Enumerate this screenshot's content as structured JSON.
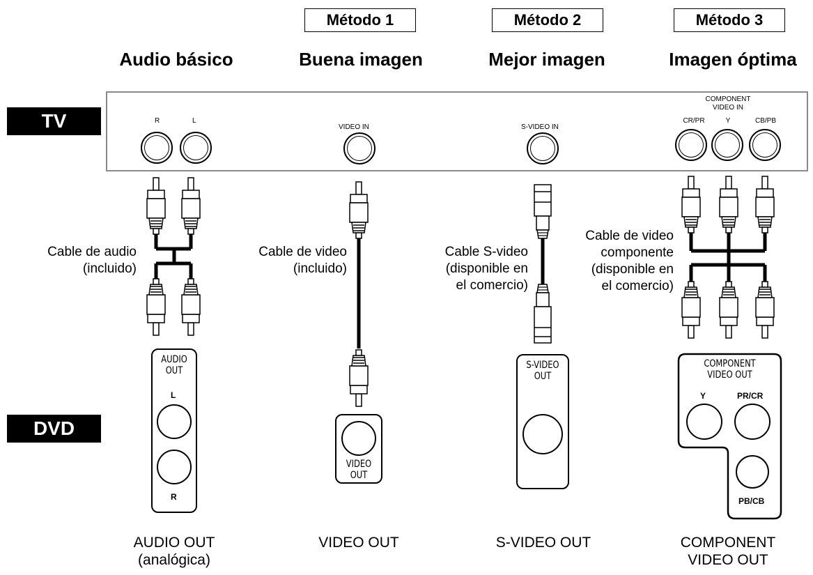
{
  "methods": [
    "Método 1",
    "Método 2",
    "Método 3"
  ],
  "headings": [
    "Audio básico",
    "Buena imagen",
    "Mejor imagen",
    "Imagen óptima"
  ],
  "device_labels": {
    "tv": "TV",
    "dvd": "DVD"
  },
  "tv_jacks": {
    "audio_r": "R",
    "audio_l": "L",
    "video_in": "VIDEO IN",
    "svideo_in": "S-VIDEO IN",
    "component_title_1": "COMPONENT",
    "component_title_2": "VIDEO IN",
    "cr_pr": "CR/PR",
    "y": "Y",
    "cb_pb": "CB/PB"
  },
  "cable_labels": {
    "audio": [
      "Cable de audio",
      "(incluido)"
    ],
    "video": [
      "Cable de video",
      "(incluido)"
    ],
    "svideo": [
      "Cable S-video",
      "(disponible en",
      "el comercio)"
    ],
    "component": [
      "Cable de video",
      "componente",
      "(disponible en",
      "el comercio)"
    ]
  },
  "dvd_panels": {
    "audio_out_title": [
      "AUDIO",
      "OUT"
    ],
    "audio_l": "L",
    "audio_r": "R",
    "video_out_title": [
      "VIDEO",
      "OUT"
    ],
    "svideo_out_title": [
      "S-VIDEO",
      "OUT"
    ],
    "component_title": [
      "COMPONENT",
      "VIDEO OUT"
    ],
    "component_y": "Y",
    "component_pr": "PR/CR",
    "component_pb": "PB/CB"
  },
  "bottom_labels": {
    "audio": [
      "AUDIO OUT",
      "(analógica)"
    ],
    "video": [
      "VIDEO OUT"
    ],
    "svideo": [
      "S-VIDEO OUT"
    ],
    "component": [
      "COMPONENT",
      "VIDEO OUT"
    ]
  }
}
